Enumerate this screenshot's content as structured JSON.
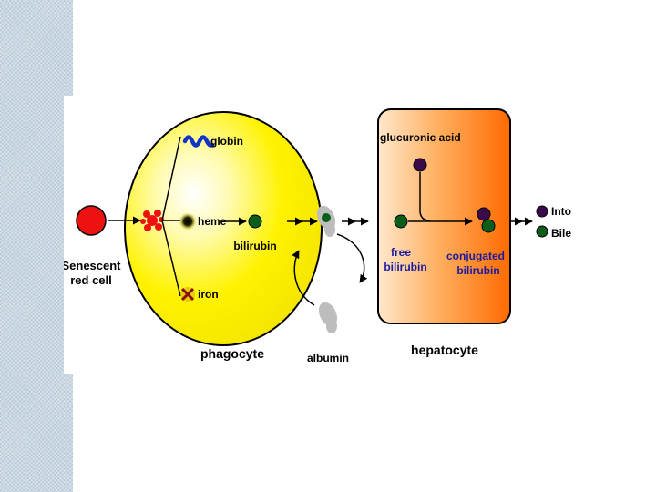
{
  "diagram": {
    "start_label_line1": "Senescent",
    "start_label_line2": "red cell",
    "phagocyte_label": "phagocyte",
    "globin_label": "globin",
    "heme_label": "heme",
    "iron_label": "iron",
    "bilirubin_label": "bilirubin",
    "albumin_label": "albumin",
    "glucuronic_acid_label": "glucuronic acid",
    "free_bilirubin_line1": "free",
    "free_bilirubin_line2": "bilirubin",
    "conjugated_line1": "conjugated",
    "conjugated_line2": "bilirubin",
    "hepatocyte_label": "hepatocyte",
    "bile_line1": "Into",
    "bile_line2": "Bile"
  },
  "colors": {
    "red_cell": "#ee1111",
    "phagocyte_fill": "#fff200",
    "hepatocyte_fill": "#ff7a00",
    "bilirubin_green": "#0b5e1a",
    "glucuronic_purple": "#3a0a4a",
    "albumin_gray": "#bdbdbd",
    "globin_blue": "#1034c8",
    "label_blue": "#1a1aa0"
  }
}
